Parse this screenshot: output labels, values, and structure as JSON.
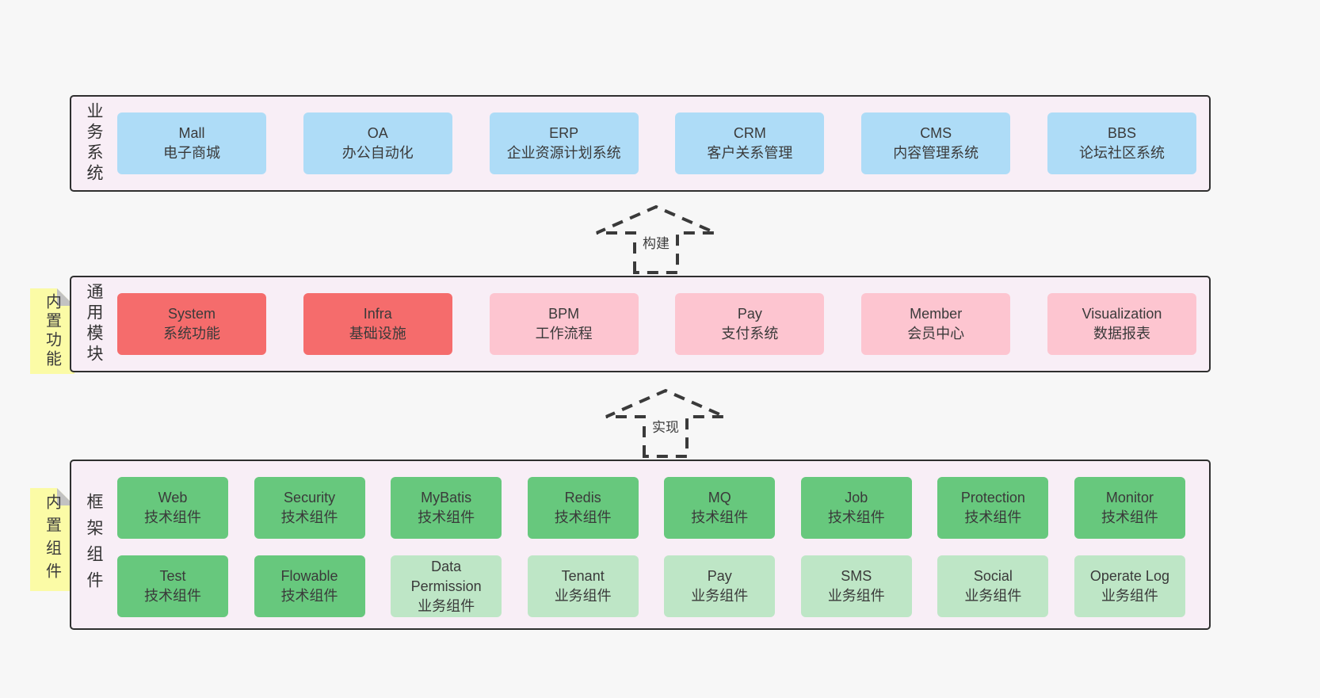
{
  "colors": {
    "page_bg": "#f7f7f7",
    "panel_bg": "#f8eef6",
    "panel_border": "#2f2f2f",
    "blue": "#aedcf7",
    "red": "#f56c6c",
    "pink": "#fdc5d0",
    "green": "#67c87d",
    "green_light": "#bee6c6",
    "note_yellow": "#fbfba6",
    "arrow_stroke": "#3a3a3a"
  },
  "business": {
    "label": "业务系统",
    "boxes": [
      {
        "title": "Mall",
        "subtitle": "电子商城"
      },
      {
        "title": "OA",
        "subtitle": "办公自动化"
      },
      {
        "title": "ERP",
        "subtitle": "企业资源计划系统"
      },
      {
        "title": "CRM",
        "subtitle": "客户关系管理"
      },
      {
        "title": "CMS",
        "subtitle": "内容管理系统"
      },
      {
        "title": "BBS",
        "subtitle": "论坛社区系统"
      }
    ]
  },
  "modules": {
    "label": "通用模块",
    "note": "内置功能",
    "boxes": [
      {
        "title": "System",
        "subtitle": "系统功能"
      },
      {
        "title": "Infra",
        "subtitle": "基础设施"
      },
      {
        "title": "BPM",
        "subtitle": "工作流程"
      },
      {
        "title": "Pay",
        "subtitle": "支付系统"
      },
      {
        "title": "Member",
        "subtitle": "会员中心"
      },
      {
        "title": "Visualization",
        "subtitle": "数据报表"
      }
    ]
  },
  "framework": {
    "label": "框架组件",
    "note": "内置组件",
    "row1": [
      {
        "title": "Web",
        "subtitle": "技术组件"
      },
      {
        "title": "Security",
        "subtitle": "技术组件"
      },
      {
        "title": "MyBatis",
        "subtitle": "技术组件"
      },
      {
        "title": "Redis",
        "subtitle": "技术组件"
      },
      {
        "title": "MQ",
        "subtitle": "技术组件"
      },
      {
        "title": "Job",
        "subtitle": "技术组件"
      },
      {
        "title": "Protection",
        "subtitle": "技术组件"
      },
      {
        "title": "Monitor",
        "subtitle": "技术组件"
      }
    ],
    "row2": [
      {
        "title": "Test",
        "subtitle": "技术组件"
      },
      {
        "title": "Flowable",
        "subtitle": "技术组件"
      },
      {
        "title": "Data Permission",
        "subtitle": "业务组件"
      },
      {
        "title": "Tenant",
        "subtitle": "业务组件"
      },
      {
        "title": "Pay",
        "subtitle": "业务组件"
      },
      {
        "title": "SMS",
        "subtitle": "业务组件"
      },
      {
        "title": "Social",
        "subtitle": "业务组件"
      },
      {
        "title": "Operate Log",
        "subtitle": "业务组件"
      }
    ]
  },
  "arrows": [
    {
      "label": "构建"
    },
    {
      "label": "实现"
    }
  ]
}
